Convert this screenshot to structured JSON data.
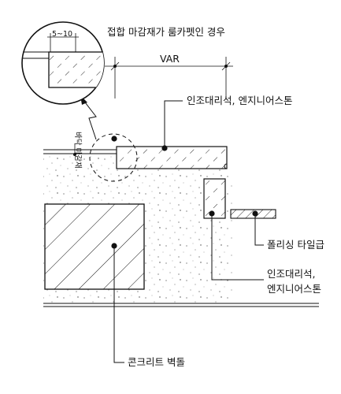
{
  "detail_callout": {
    "title": "접합 마감재가 룸카펫인 경우",
    "gap_dim": "5~10"
  },
  "dimension": {
    "label": "VAR"
  },
  "side_note": "바닥 마감재",
  "labels": {
    "countertop": "인조대리석, 엔지니어스톤",
    "polishing_tile": "폴리싱 타일급",
    "step_face_line1": "인조대리석,",
    "step_face_line2": "엔지니어스톤",
    "concrete_wall": "콘크리트 벽돌"
  }
}
